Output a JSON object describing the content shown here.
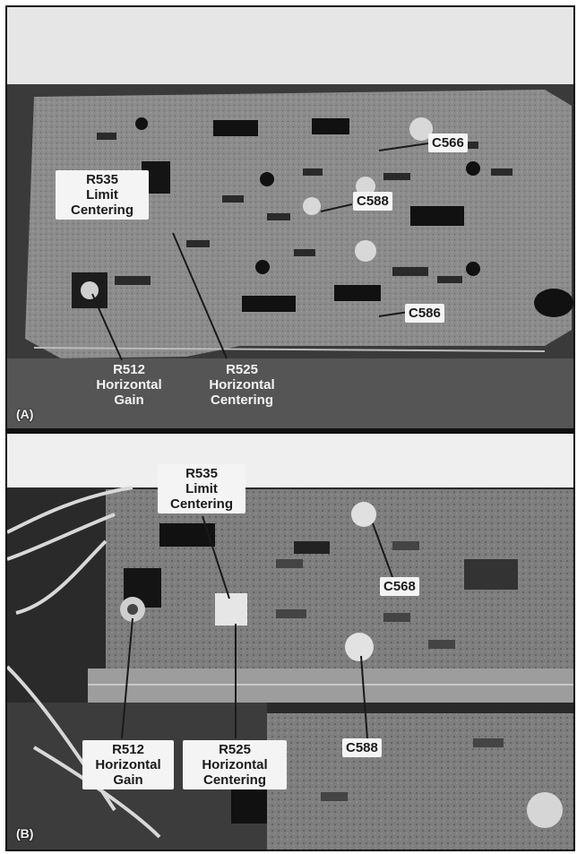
{
  "panel_a": {
    "tag": "(A)",
    "labels": {
      "r535": [
        "R535",
        "Limit",
        "Centering"
      ],
      "c566": "C566",
      "c588": "C588",
      "c586": "C586",
      "r512": [
        "R512",
        "Horizontal",
        "Gain"
      ],
      "r525": [
        "R525",
        "Horizontal",
        "Centering"
      ]
    }
  },
  "panel_b": {
    "tag": "(B)",
    "labels": {
      "r535": [
        "R535",
        "Limit",
        "Centering"
      ],
      "c568": "C568",
      "c588": "C588",
      "r512": [
        "R512",
        "Horizontal",
        "Gain"
      ],
      "r525": [
        "R525",
        "Horizontal",
        "Centering"
      ]
    }
  },
  "colors": {
    "background": "#1a1a1a",
    "board": "#8a8a8a",
    "label_fill": "#f4f4f4"
  }
}
